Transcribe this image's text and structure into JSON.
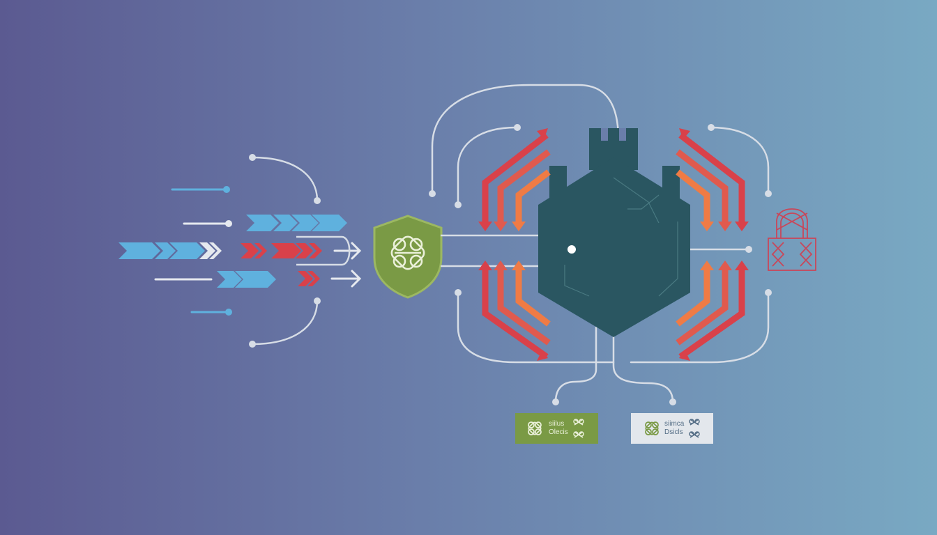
{
  "diagram": {
    "colors": {
      "blue_chevron": "#5fb1de",
      "red_chevron": "#d9414a",
      "orange_chevron": "#ef7b45",
      "shield_green": "#7a9a45",
      "hexagon_teal": "#2a5661",
      "line_grey": "#d7dde6"
    },
    "icons": {
      "shield": "celtic-knot-shield-icon",
      "lock": "padlock-icon",
      "knot": "celtic-knot-icon"
    },
    "cards": [
      {
        "line1": "siilus",
        "line2": "Olecis",
        "style": "green"
      },
      {
        "line1": "siimca",
        "line2": "Dsicls",
        "style": "grey"
      }
    ]
  }
}
